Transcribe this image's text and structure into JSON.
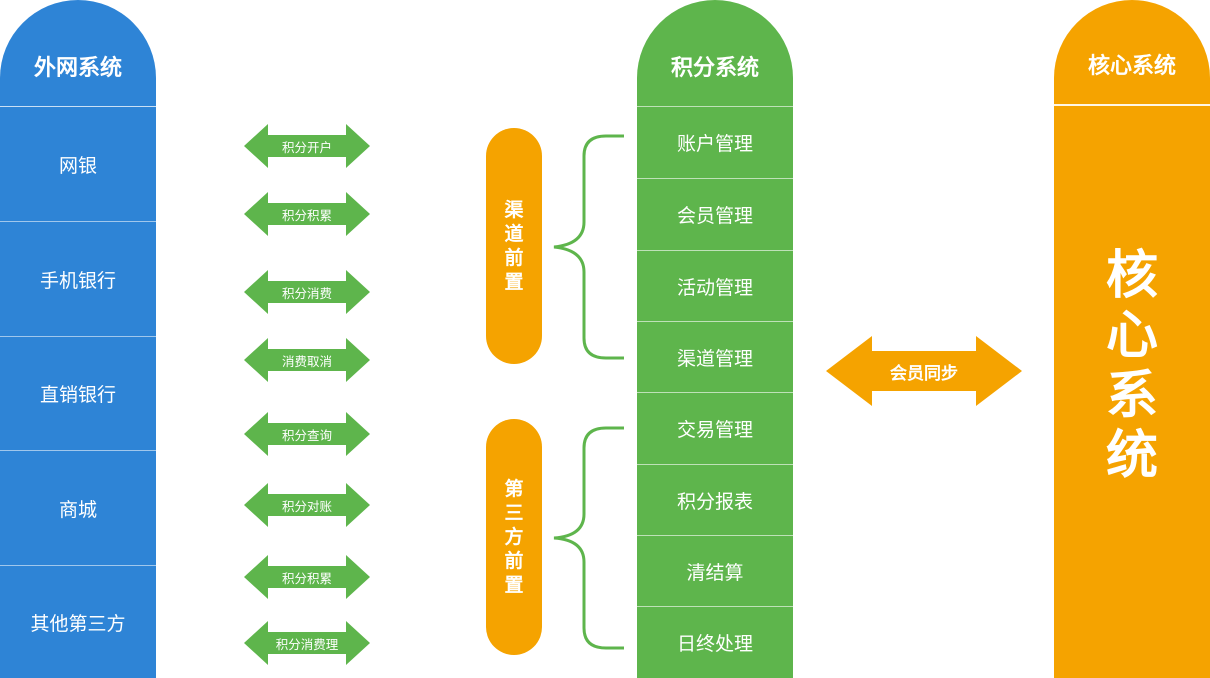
{
  "external": {
    "title": "外网系统",
    "items": [
      "网银",
      "手机银行",
      "直销银行",
      "商城",
      "其他第三方"
    ]
  },
  "flows": [
    "积分开户",
    "积分积累",
    "积分消费",
    "消费取消",
    "积分查询",
    "积分对账",
    "积分积累",
    "积分消费理"
  ],
  "front": {
    "channel": [
      "渠",
      "道",
      "前",
      "置"
    ],
    "third": [
      "第",
      "三",
      "方",
      "前",
      "置"
    ]
  },
  "points": {
    "title": "积分系统",
    "items": [
      "账户管理",
      "会员管理",
      "活动管理",
      "渠道管理",
      "交易管理",
      "积分报表",
      "清结算",
      "日终处理"
    ]
  },
  "sync": "会员同步",
  "core": {
    "title": "核心系统",
    "big": [
      "核",
      "心",
      "系",
      "统"
    ]
  },
  "colors": {
    "blue": "#2e84d6",
    "green": "#5eb54c",
    "orange": "#f5a300"
  }
}
